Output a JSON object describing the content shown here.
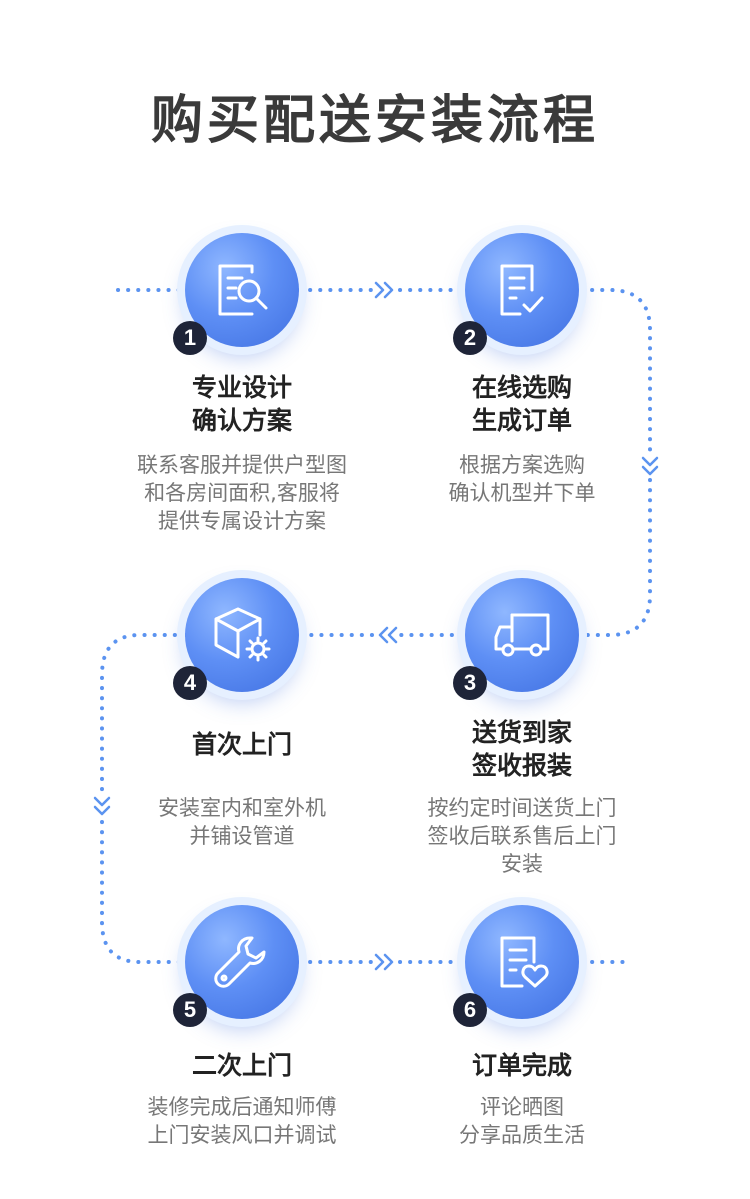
{
  "title": "购买配送安装流程",
  "steps": [
    {
      "number": "1",
      "title": [
        "专业设计",
        "确认方案"
      ],
      "desc": [
        "联系客服并提供户型图",
        "和各房间面积,客服将",
        "提供专属设计方案"
      ],
      "icon": "document-search-icon"
    },
    {
      "number": "2",
      "title": [
        "在线选购",
        "生成订单"
      ],
      "desc": [
        "根据方案选购",
        "确认机型并下单"
      ],
      "icon": "document-check-icon"
    },
    {
      "number": "3",
      "title": [
        "送货到家",
        "签收报装"
      ],
      "desc": [
        "按约定时间送货上门",
        "签收后联系售后上门",
        "安装"
      ],
      "icon": "truck-icon"
    },
    {
      "number": "4",
      "title": [
        "首次上门"
      ],
      "desc": [
        "安装室内和室外机",
        "并铺设管道"
      ],
      "icon": "box-gear-icon"
    },
    {
      "number": "5",
      "title": [
        "二次上门"
      ],
      "desc": [
        "装修完成后通知师傅",
        "上门安装风口并调试"
      ],
      "icon": "wrench-icon"
    },
    {
      "number": "6",
      "title": [
        "订单完成"
      ],
      "desc": [
        "评论晒图",
        "分享品质生活"
      ],
      "icon": "document-heart-icon"
    }
  ],
  "colors": {
    "accent": "#4f86ef",
    "dots": "#5b93f0",
    "title": "#3a3a3a",
    "text": "#777777"
  }
}
